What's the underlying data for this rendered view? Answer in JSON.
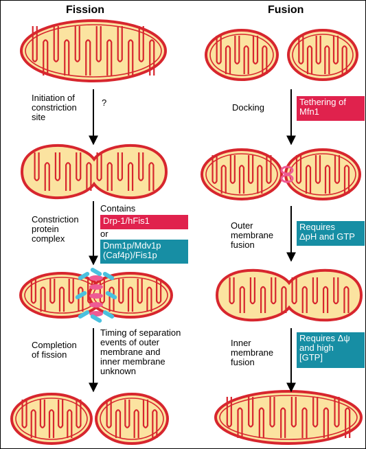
{
  "headings": {
    "fission": "Fission",
    "fusion": "Fusion"
  },
  "colors": {
    "membrane": "#d7262e",
    "matrix": "#fbe3a0",
    "red_box": "#e0224d",
    "teal_box": "#178ea4",
    "pink_protein": "#ee5b94",
    "cyan_protein": "#4ac1df"
  },
  "fission": {
    "step1_label": "Initiation of\nconstriction\nsite",
    "step1_note": "?",
    "step2_label": "Constriction\nprotein\ncomplex",
    "step2_contains": "Contains",
    "step2_red_box": "Drp-1/hFis1",
    "step2_or": "or",
    "step2_teal_box": "Dnm1p/Mdv1p\n(Caf4p)/Fis1p",
    "step3_label": "Completion\nof fission",
    "step3_note": "Timing of separation\nevents of outer\nmembrane and\ninner membrane\nunknown"
  },
  "fusion": {
    "step1_label": "Docking",
    "step1_red_box": "Tethering of\nMfn1",
    "step2_label": "Outer\nmembrane\nfusion",
    "step2_teal_box": "Requires\nΔpH and GTP",
    "step3_label": "Inner\nmembrane\nfusion",
    "step3_teal_box": "Requires Δψ\nand high\n[GTP]"
  }
}
